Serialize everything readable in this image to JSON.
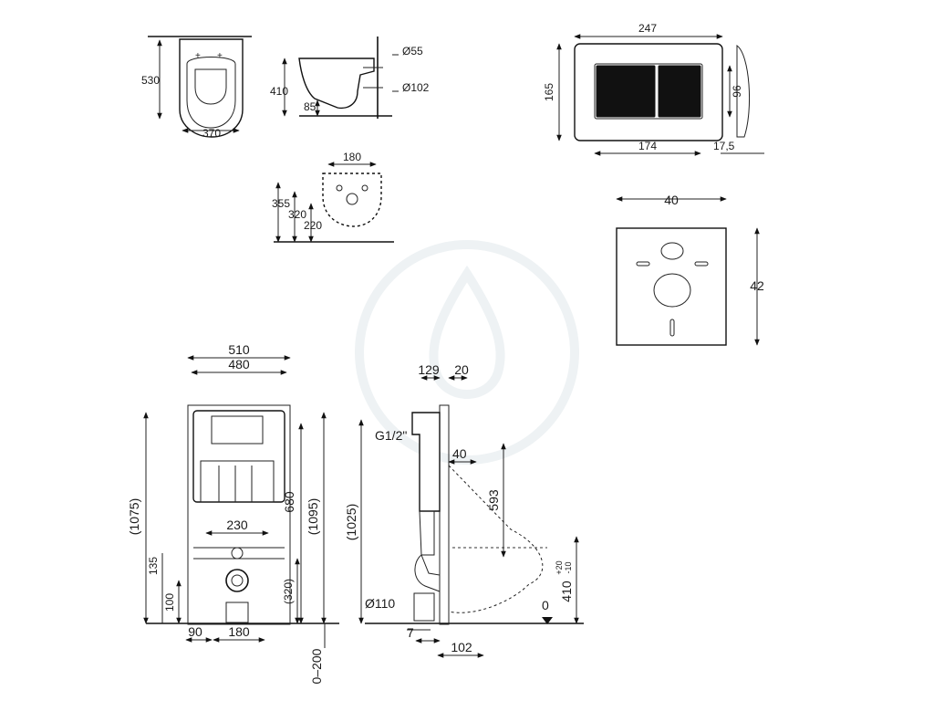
{
  "drawing": {
    "bowl_plan": {
      "height": "530",
      "width": "370"
    },
    "bowl_side": {
      "height": "410",
      "rim": "85",
      "outlet": "Ø55",
      "waste": "Ø102"
    },
    "bowl_rear": {
      "spacing": "180",
      "h1": "355",
      "h2": "320",
      "h3": "220"
    },
    "flush_plate": {
      "width": "247",
      "height": "165",
      "button_height": "96",
      "button_width": "174",
      "depth": "17,5"
    },
    "gasket": {
      "width": "40",
      "height": "42"
    },
    "frame_front": {
      "w1": "510",
      "w2": "480",
      "h_total": "(1075)",
      "h_inner": "680",
      "h_outer": "(1095)",
      "bolt_spacing": "230",
      "h135": "135",
      "h100": "100",
      "h320": "(320)",
      "left90": "90",
      "bottom180": "180",
      "adjust": "0–200"
    },
    "frame_side": {
      "d129": "129",
      "d20": "20",
      "inlet": "G1/2\"",
      "d40": "40",
      "h593": "593",
      "h1025": "(1025)",
      "outlet": "Ø110",
      "d7": "7",
      "d102": "102",
      "zero": "0",
      "bowl_h": "410",
      "tol_plus": "+20",
      "tol_minus": "-10"
    }
  }
}
